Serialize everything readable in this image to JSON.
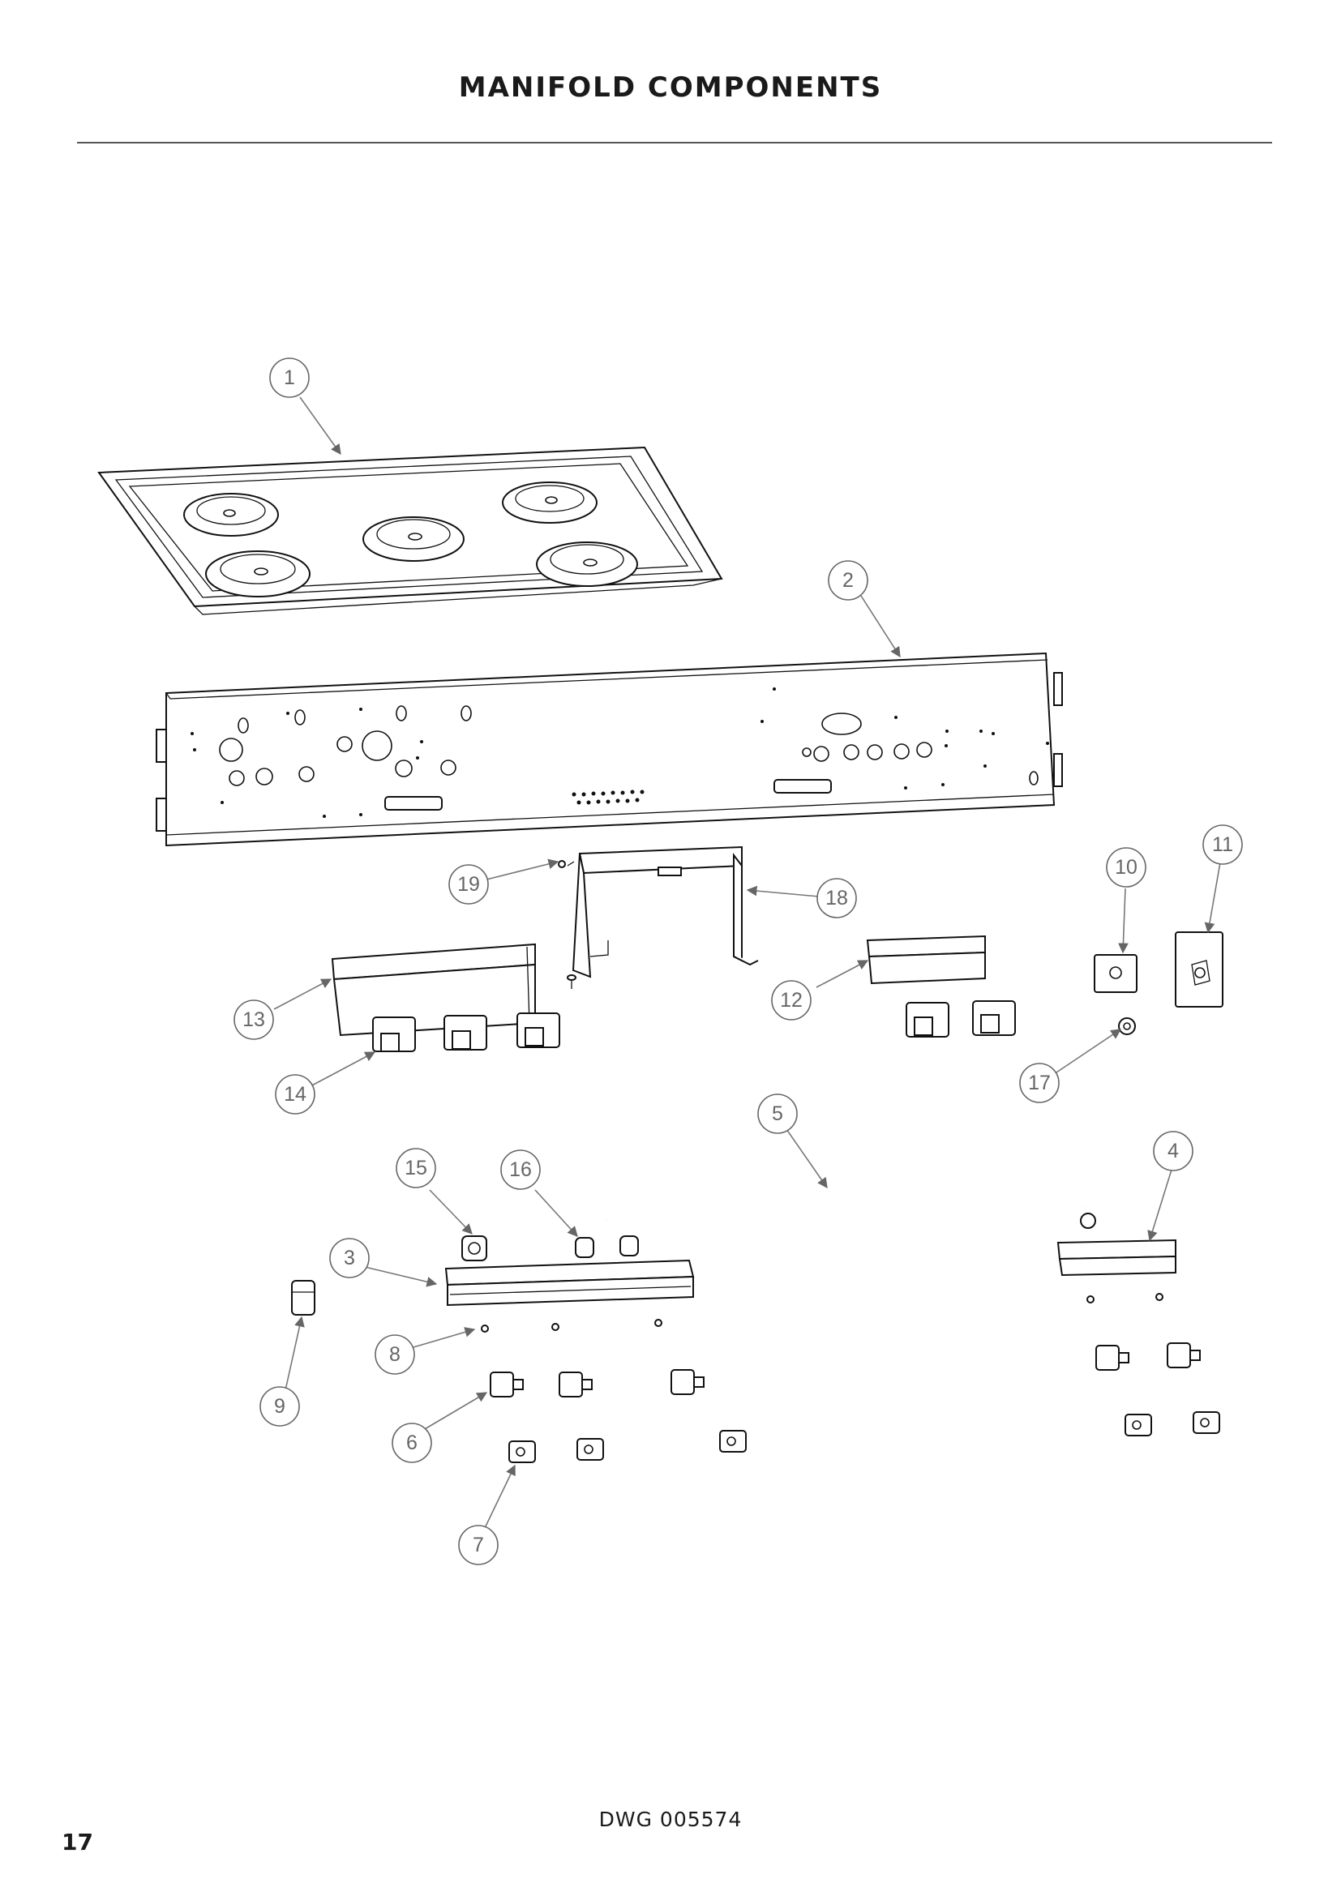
{
  "page": {
    "title": "MANIFOLD COMPONENTS",
    "drawing_number": "DWG 005574",
    "page_number": "17"
  },
  "callouts": [
    "1",
    "2",
    "3",
    "4",
    "5",
    "6",
    "7",
    "8",
    "9",
    "10",
    "11",
    "12",
    "13",
    "14",
    "15",
    "16",
    "17",
    "18",
    "19"
  ]
}
